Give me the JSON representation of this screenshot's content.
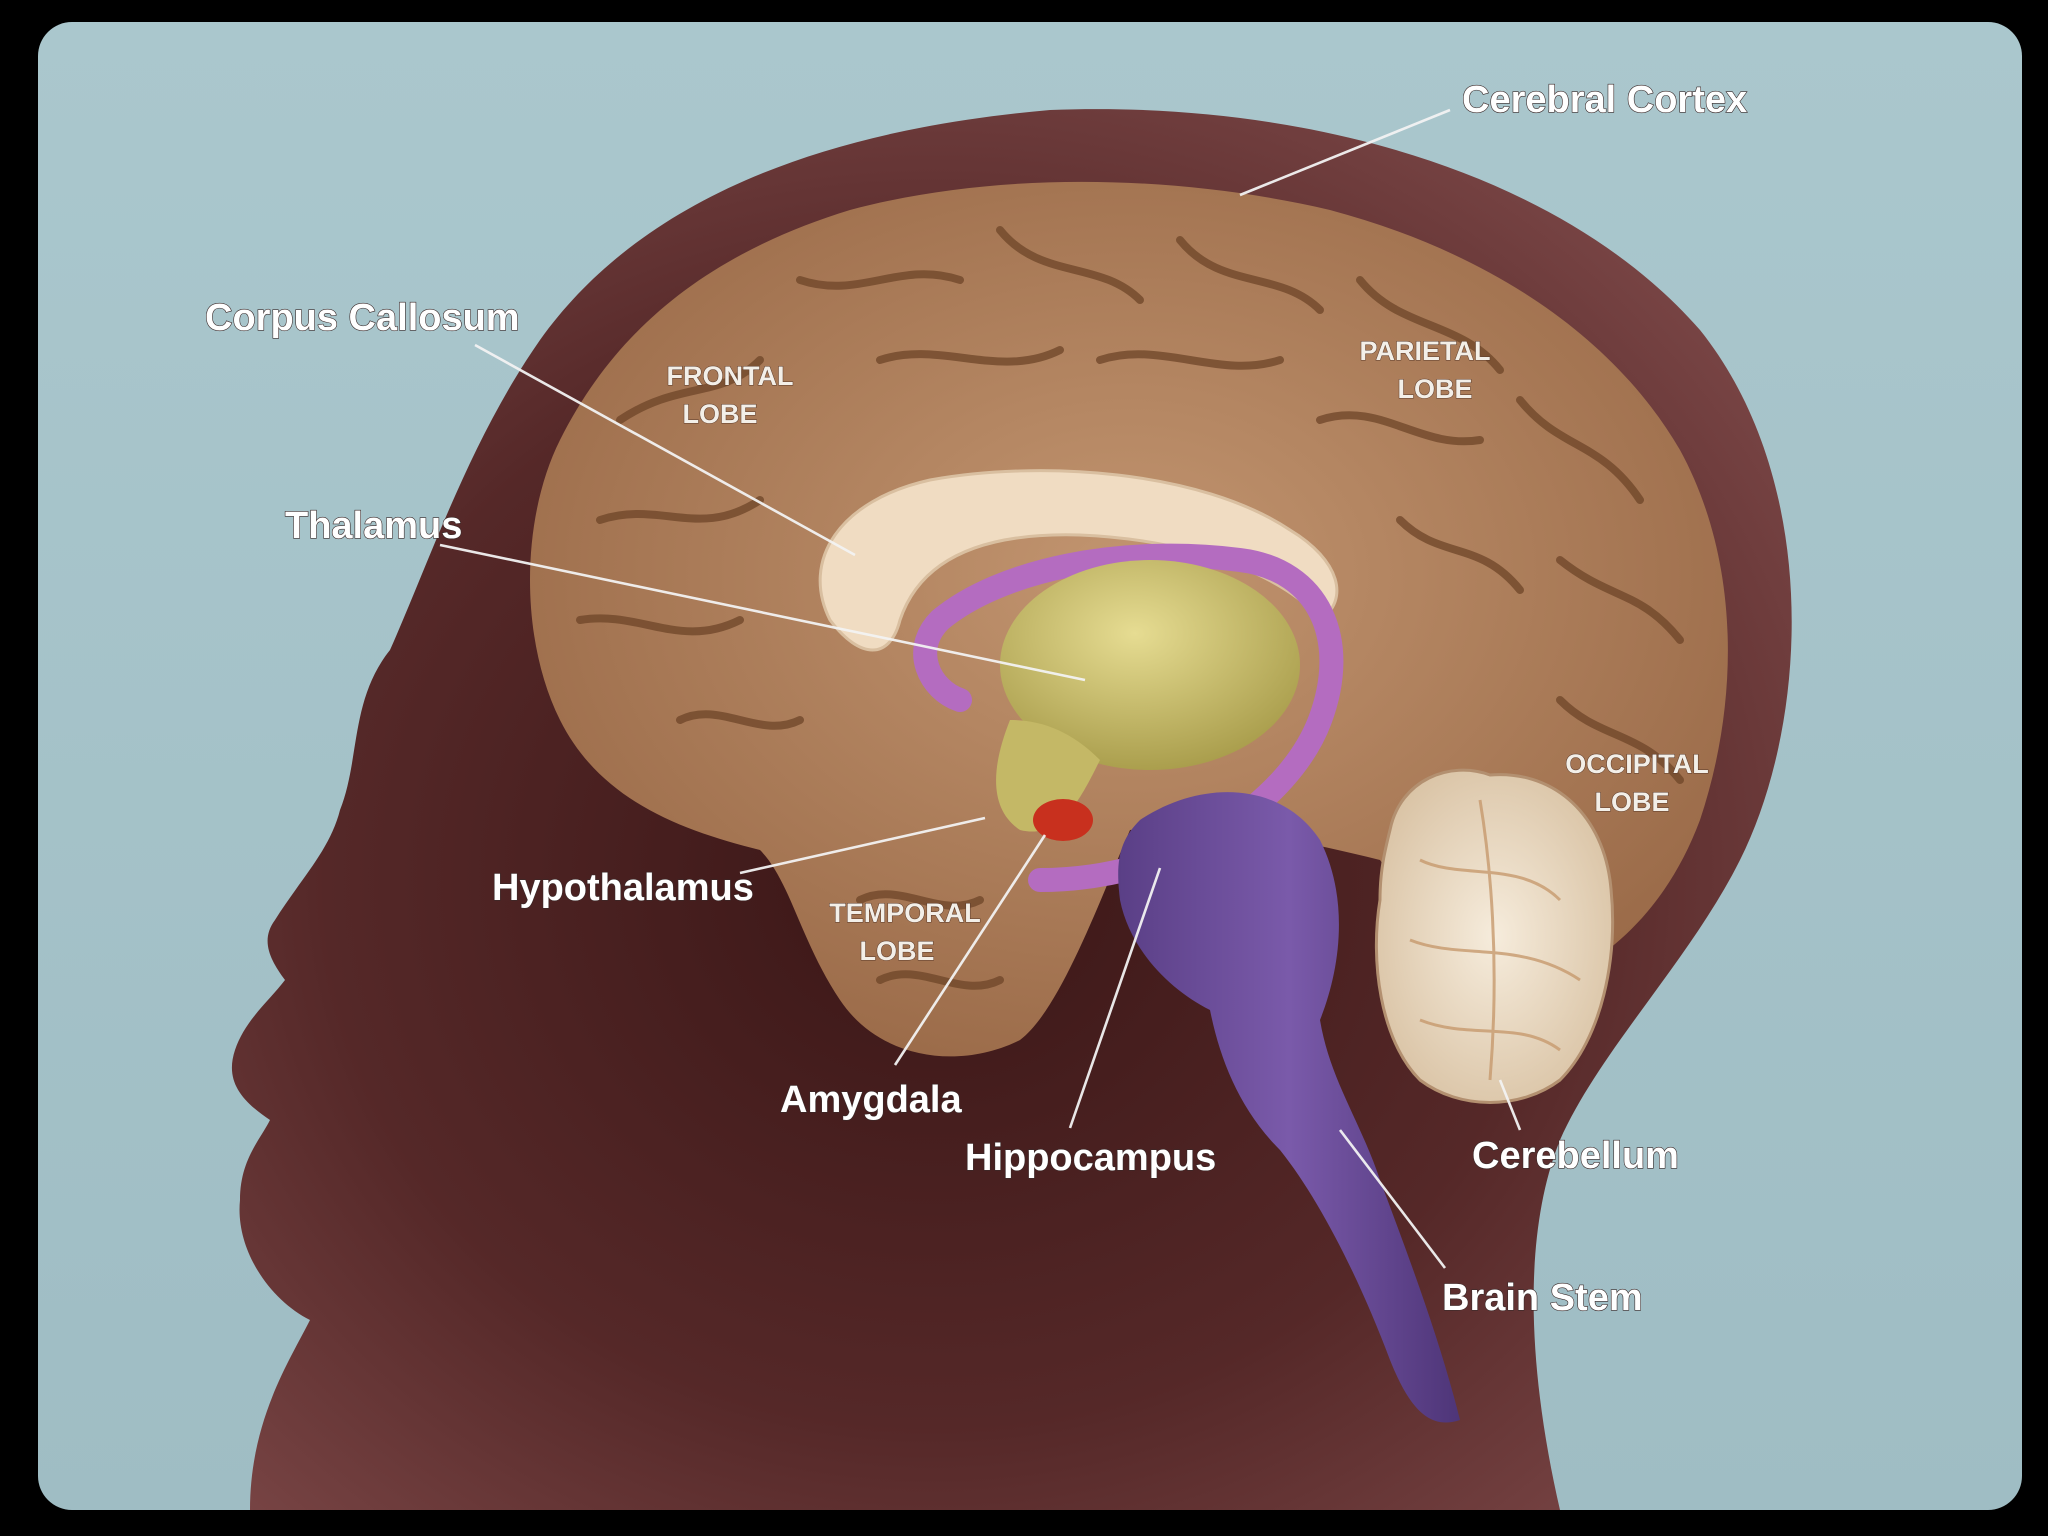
{
  "labels": {
    "cerebral_cortex": "Cerebral Cortex",
    "corpus_callosum": "Corpus Callosum",
    "thalamus": "Thalamus",
    "hypothalamus": "Hypothalamus",
    "amygdala": "Amygdala",
    "hippocampus": "Hippocampus",
    "cerebellum": "Cerebellum",
    "brain_stem": "Brain Stem",
    "frontal_lobe": [
      "FRONTAL",
      "LOBE"
    ],
    "parietal_lobe": [
      "PARIETAL",
      "LOBE"
    ],
    "occipital_lobe": [
      "OCCIPITAL",
      "LOBE"
    ],
    "temporal_lobe": [
      "TEMPORAL",
      "LOBE"
    ]
  },
  "colors": {
    "frame": "#000000",
    "background": "#a9c6cc",
    "head_skin": "#6a3838",
    "cortex": "#b5845e",
    "corpus_callosum": "#f1dcc2",
    "thalamus": "#c9be6a",
    "hippocampus_ring": "#b46cc0",
    "brain_stem": "#6d4f9c",
    "amygdala": "#c8301e",
    "cerebellum": "#efe2cf"
  }
}
